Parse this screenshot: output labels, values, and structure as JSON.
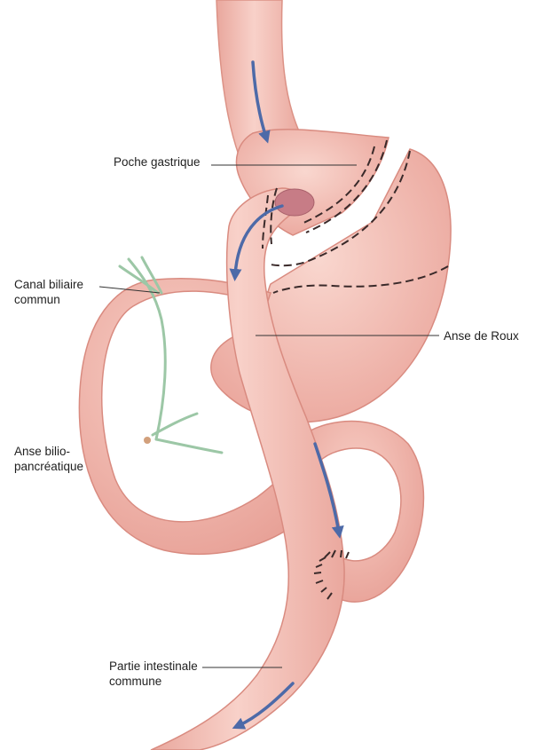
{
  "labels": {
    "poche_gastrique": "Poche gastrique",
    "canal_biliaire": [
      "Canal biliaire",
      "commun"
    ],
    "anse_de_roux": "Anse de Roux",
    "anse_bilio": [
      "Anse bilio-",
      "pancréatique"
    ],
    "partie_intestinale": [
      "Partie intestinale",
      "commune"
    ]
  },
  "colors": {
    "tissue": "#f3bdb5",
    "tissue_light": "#f8d3cb",
    "tissue_dark": "#e29a90",
    "outline": "#d98b80",
    "staple": "#3a2a2a",
    "arrow": "#4d6aa8",
    "bile_duct": "#9cc7a6",
    "leader_line": "#333333"
  }
}
